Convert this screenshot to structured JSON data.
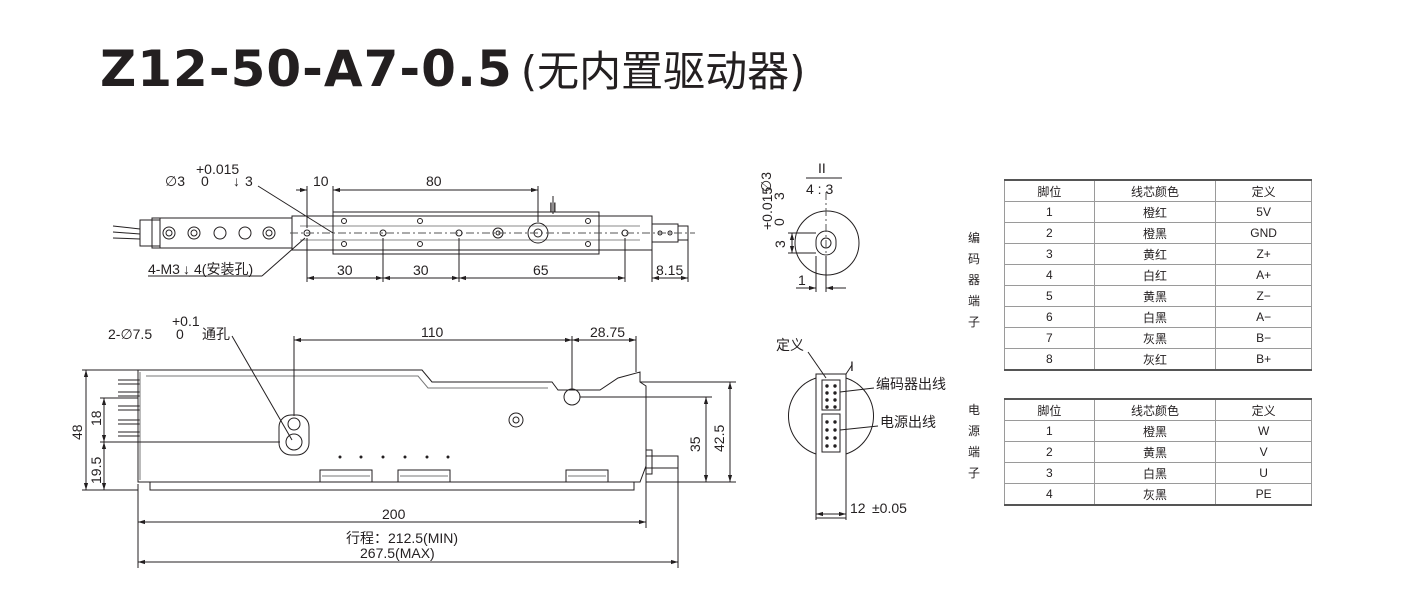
{
  "title": {
    "model": "Z12-50-A7-0.5",
    "subtitle": "(无内置驱动器)"
  },
  "top_view": {
    "hole_dia": "∅3",
    "hole_tol_upper": "+0.015",
    "hole_tol_lower": "0",
    "hole_depth": "3",
    "dim_10": "10",
    "dim_80": "80",
    "section_mark": "II",
    "thread_note": "4-M3",
    "thread_depth": "4(安装孔)",
    "dim_30a": "30",
    "dim_30b": "30",
    "dim_65": "65",
    "dim_815": "8.15"
  },
  "section_ii": {
    "label": "II",
    "scale": "4 : 3",
    "dia": "∅3",
    "tol_upper": "+0.015",
    "tol_lower": "0",
    "depth": "3",
    "dim_3": "3",
    "dim_1": "1"
  },
  "side_view": {
    "hole_note": "2-∅7.5",
    "hole_tol_upper": "+0.1",
    "hole_tol_lower": "0",
    "hole_suffix": "通孔",
    "dim_110": "110",
    "dim_2875": "28.75",
    "dim_48": "48",
    "dim_18": "18",
    "dim_195": "19.5",
    "dim_35": "35",
    "dim_425": "42.5",
    "dim_200": "200",
    "stroke_min": "行程：212.5(MIN)",
    "stroke_max": "267.5(MAX)"
  },
  "end_view": {
    "label_def": "定义",
    "label_i": "I",
    "label_encoder": "编码器出线",
    "label_power": "电源出线",
    "dim_12": "12",
    "dim_12_tol": "±0.05"
  },
  "encoder_table": {
    "side_label": [
      "编",
      "码",
      "器",
      "端",
      "子"
    ],
    "headers": [
      "脚位",
      "线芯颜色",
      "定义"
    ],
    "rows": [
      [
        "1",
        "橙红",
        "5V"
      ],
      [
        "2",
        "橙黑",
        "GND"
      ],
      [
        "3",
        "黄红",
        "Z+"
      ],
      [
        "4",
        "白红",
        "A+"
      ],
      [
        "5",
        "黄黑",
        "Z−"
      ],
      [
        "6",
        "白黑",
        "A−"
      ],
      [
        "7",
        "灰黑",
        "B−"
      ],
      [
        "8",
        "灰红",
        "B+"
      ]
    ]
  },
  "power_table": {
    "side_label": [
      "电",
      "源",
      "端",
      "子"
    ],
    "headers": [
      "脚位",
      "线芯颜色",
      "定义"
    ],
    "rows": [
      [
        "1",
        "橙黑",
        "W"
      ],
      [
        "2",
        "黄黑",
        "V"
      ],
      [
        "3",
        "白黑",
        "U"
      ],
      [
        "4",
        "灰黑",
        "PE"
      ]
    ]
  }
}
